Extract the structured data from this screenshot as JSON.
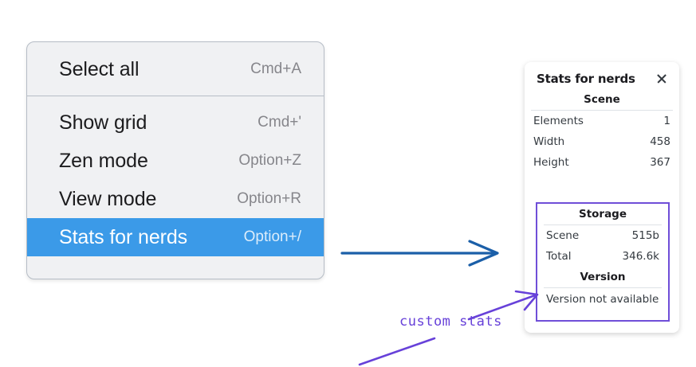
{
  "menu": {
    "groups": [
      {
        "items": [
          {
            "label": "Select all",
            "shortcut": "Cmd+A",
            "selected": false
          }
        ]
      },
      {
        "items": [
          {
            "label": "Show grid",
            "shortcut": "Cmd+'",
            "selected": false
          },
          {
            "label": "Zen mode",
            "shortcut": "Option+Z",
            "selected": false
          },
          {
            "label": "View mode",
            "shortcut": "Option+R",
            "selected": false
          },
          {
            "label": "Stats for nerds",
            "shortcut": "Option+/",
            "selected": true
          }
        ]
      }
    ],
    "highlight_color": "#3b9ae8"
  },
  "stats_panel": {
    "title": "Stats for nerds",
    "close_icon": "close-icon",
    "scene": {
      "heading": "Scene",
      "rows": [
        {
          "key": "Elements",
          "value": "1"
        },
        {
          "key": "Width",
          "value": "458"
        },
        {
          "key": "Height",
          "value": "367"
        }
      ]
    },
    "custom": {
      "storage": {
        "heading": "Storage",
        "rows": [
          {
            "key": "Scene",
            "value": "515b"
          },
          {
            "key": "Total",
            "value": "346.6k"
          }
        ]
      },
      "version": {
        "heading": "Version",
        "text": "Version not available"
      },
      "border_color": "#6f4ed8"
    }
  },
  "annotations": {
    "blue_arrow_color": "#1b5fa8",
    "purple_color": "#6741d9",
    "callout_text": "custom stats"
  }
}
